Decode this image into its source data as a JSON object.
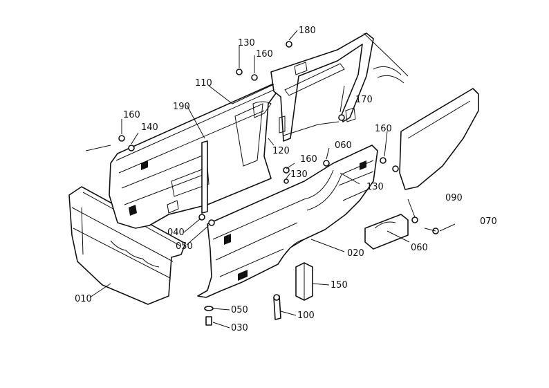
{
  "labels": {
    "p010": "010",
    "p020": "020",
    "p030": "030",
    "p040": "040",
    "p050a": "050",
    "p050b": "050",
    "p060a": "060",
    "p060b": "060",
    "p070": "070",
    "p090": "090",
    "p100": "100",
    "p110": "110",
    "p120": "120",
    "p130a": "130",
    "p130b": "130",
    "p130c": "130",
    "p140": "140",
    "p150": "150",
    "p160a": "160",
    "p160b": "160",
    "p160c": "160",
    "p160d": "160",
    "p170": "170",
    "p180": "180",
    "p190": "190"
  }
}
